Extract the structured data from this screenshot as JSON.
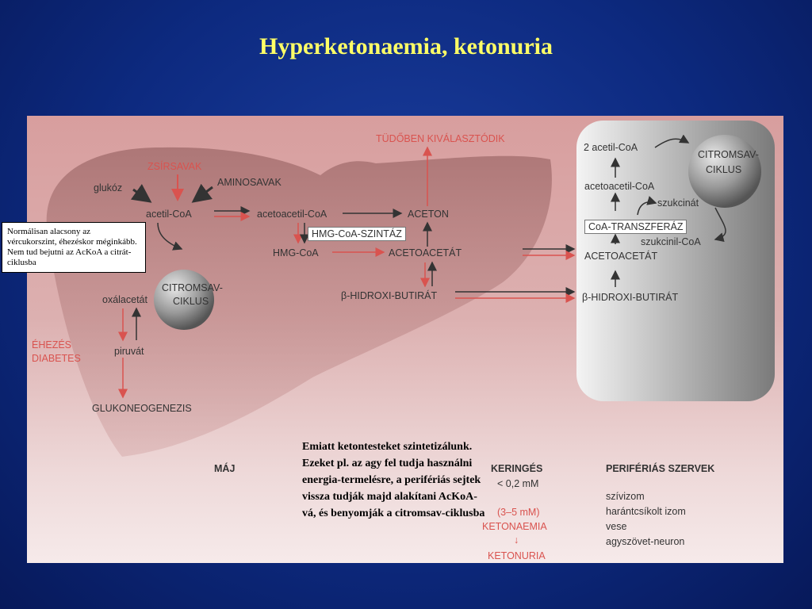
{
  "title": "Hyperketonaemia, ketonuria",
  "note_left": "Normálisan alacsony az vércukorszint, éhezéskor méginkább. Nem tud bejutni az AcKoA a citrát-ciklusba",
  "note_center": "Emiatt ketontesteket szintetizálunk. Ezeket pl. az agy fel tudja használni energia-termelésre, a perifériás sejtek vissza tudják majd alakítani AcKoA-vá, és benyomják a citromsav-ciklusba",
  "liver": {
    "zsirsavak": "ZSÍRSAVAK",
    "glukoz": "glukóz",
    "aminosavak": "AMINOSAVAK",
    "acetil_coa": "acetil-CoA",
    "acetoacetil_coa": "acetoacetil-CoA",
    "aceton": "ACETON",
    "tudoben": "TÜDŐBEN KIVÁLASZTÓDIK",
    "hmg_szintaz": "HMG-CoA-SZINTÁZ",
    "hmg_coa": "HMG-CoA",
    "acetoacetat": "ACETOACETÁT",
    "citromsav": "CITROMSAV-",
    "ciklus": "CIKLUS",
    "oxalacetat": "oxálacetát",
    "piruvat": "piruvát",
    "hidroxi": "β-HIDROXI-BUTIRÁT",
    "ehezes": "ÉHEZÉS",
    "diabetes": "DIABETES",
    "glukoneogenezis": "GLUKONEOGENEZIS",
    "maj": "MÁJ"
  },
  "periphery": {
    "acetil2": "2 acetil-CoA",
    "citromsav": "CITROMSAV-",
    "ciklus": "CIKLUS",
    "acetoacetil_coa": "acetoacetil-CoA",
    "szukcinat": "szukcinát",
    "transzferaz": "CoA-TRANSZFERÁZ",
    "szukcinil": "szukcinil-CoA",
    "acetoacetat": "ACETOACETÁT",
    "hidroxi": "β-HIDROXI-BUTIRÁT"
  },
  "bottom": {
    "keringes": "KERINGÉS",
    "normal": "< 0,2 mM",
    "range": "(3–5 mM)",
    "ketonaemia": "KETONAEMIA",
    "down_arrow": "↓",
    "ketonuria": "KETONURIA",
    "perif_szervek": "PERIFÉRIÁS SZERVEK",
    "organs": [
      "szívizom",
      "harántcsíkolt izom",
      "vese",
      "agyszövet-neuron"
    ]
  },
  "colors": {
    "title": "#ffff66",
    "background": "#0d2a80",
    "arrow_red": "#d9534f",
    "arrow_dark": "#333333"
  }
}
